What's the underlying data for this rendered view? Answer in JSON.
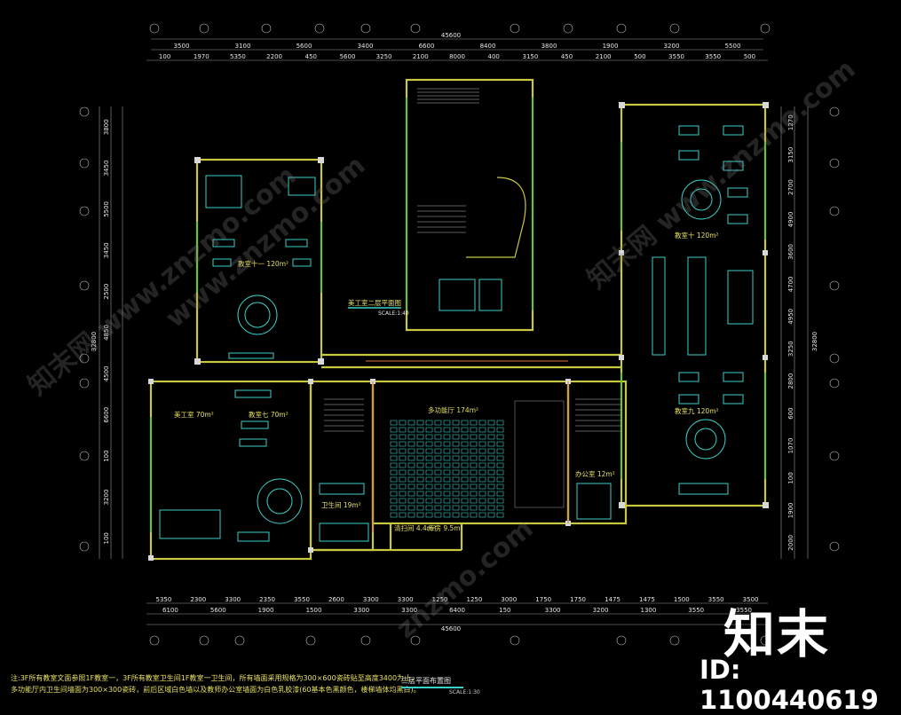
{
  "top_dims": {
    "total": "45600",
    "row1": [
      "3500",
      "3100",
      "5600",
      "3400",
      "6600",
      "8400",
      "3800",
      "1900",
      "3200",
      "5500"
    ],
    "row2": [
      "100",
      "1970",
      "5350",
      "2200",
      "450",
      "5600",
      "3250",
      "2100",
      "8000",
      "400",
      "3150",
      "450",
      "2100",
      "500",
      "3550",
      "3550",
      "500"
    ]
  },
  "bottom_dims": {
    "total": "45600",
    "row1": [
      "5350",
      "2300",
      "3300",
      "2350",
      "3550",
      "2600",
      "3300",
      "3300",
      "1250",
      "1250",
      "3000",
      "1750",
      "1750",
      "1475",
      "1475",
      "1500",
      "3550",
      "3500"
    ],
    "row2": [
      "6100",
      "5600",
      "1900",
      "1500",
      "3300",
      "3300",
      "6400",
      "150",
      "3300",
      "3200",
      "1300",
      "3550",
      "3550"
    ]
  },
  "left_dims": [
    "3800",
    "3450",
    "5500",
    "3450",
    "2500",
    "4850",
    "4500",
    "6600",
    "100",
    "3200",
    "100"
  ],
  "left_total": "32800",
  "right_dims": [
    "1270",
    "3150",
    "2700",
    "4900",
    "3600",
    "4700",
    "4950",
    "3250",
    "2800",
    "600",
    "1070",
    "100",
    "1900",
    "2000"
  ],
  "right_total": "32800",
  "rooms": {
    "classroom11": "教室十一 120m²",
    "classroom10": "教室十 120m²",
    "classroom9": "教室九 120m²",
    "multi_hall": "多功能厅 174m²",
    "art_room": "美工室 70m²",
    "classroom7": "教室七 70m²",
    "toilet": "卫生间 19m²",
    "office": "办公室 12m²",
    "cleaning": "清扫间 4.4m²",
    "storage": "库房 9.5m²",
    "art_2f_plan": "美工室二层平面图",
    "art_2f_scale": "SCALE:1:40"
  },
  "notes": [
    "注:3F所有教室文面参照1F教室一，3F所有教室卫生间1F教室一卫生间，所有墙面采用规格为300×600瓷砖贴至高度3400为止，",
    "多功能厅内卫生间墙面为300×300瓷砖，前后区域白色墙以及教师办公室墙面为白色乳胶漆(60基本色黑颜色，楼梯墙体均黑白)。"
  ],
  "title": {
    "main": "三层平面布置图",
    "scale": "SCALE:1:30"
  },
  "brand": {
    "logo": "知末",
    "id": "ID: 1100440619"
  },
  "watermarks": [
    "知末网 www.znzmo.com",
    "www.znzmo.com",
    "知末网 www.znzmo.com",
    "znzmo.com"
  ],
  "colors": {
    "wall": "#c8c840",
    "cyan": "#3ad0c8",
    "green": "#40c040",
    "dim": "#e8e8e8",
    "text": "#e8e060"
  }
}
